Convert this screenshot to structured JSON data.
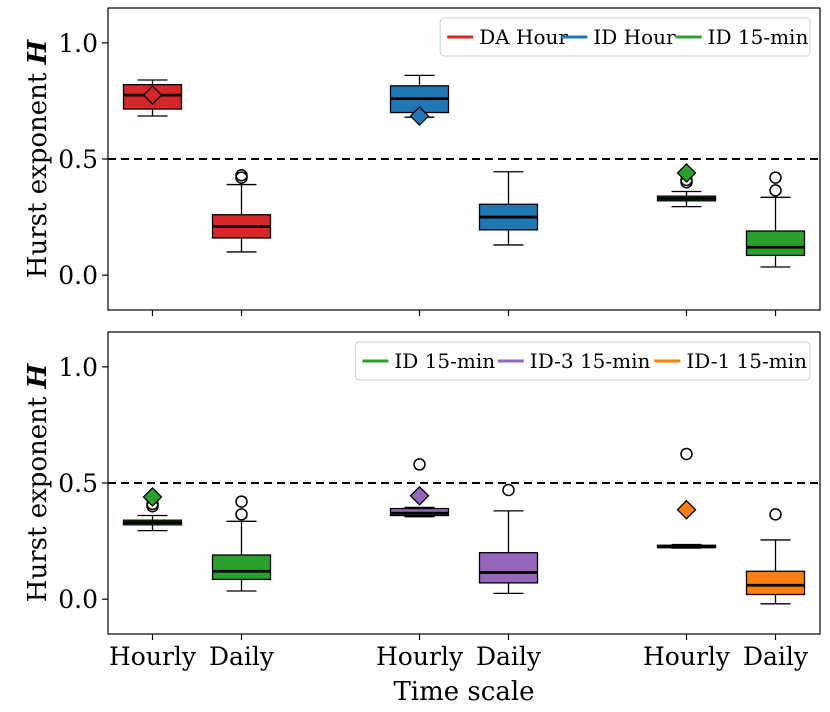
{
  "chart_data": [
    {
      "type": "box",
      "ylabel": "Hurst exponent H",
      "ylim": [
        -0.15,
        1.15
      ],
      "yticks": [
        "0.0",
        "0.5",
        "1.0"
      ],
      "reference_line": 0.5,
      "legend": {
        "placement": "top-right",
        "entries": [
          {
            "label": "DA Hour",
            "color": "#d62728"
          },
          {
            "label": "ID Hour",
            "color": "#1f77b4"
          },
          {
            "label": "ID 15-min",
            "color": "#2ca02c"
          }
        ]
      },
      "boxes": [
        {
          "x": 1,
          "color": "#d62728",
          "whislo": 0.685,
          "q1": 0.715,
          "med": 0.775,
          "q3": 0.82,
          "whishi": 0.84,
          "fliers": [],
          "mean": 0.775
        },
        {
          "x": 2,
          "color": "#d62728",
          "whislo": 0.1,
          "q1": 0.16,
          "med": 0.21,
          "q3": 0.26,
          "whishi": 0.39,
          "fliers": [
            0.42,
            0.43
          ],
          "mean": null
        },
        {
          "x": 4,
          "color": "#1f77b4",
          "whislo": 0.68,
          "q1": 0.7,
          "med": 0.76,
          "q3": 0.815,
          "whishi": 0.86,
          "fliers": [],
          "mean": 0.685
        },
        {
          "x": 5,
          "color": "#1f77b4",
          "whislo": 0.13,
          "q1": 0.195,
          "med": 0.25,
          "q3": 0.305,
          "whishi": 0.445,
          "fliers": [],
          "mean": null
        },
        {
          "x": 7,
          "color": "#2ca02c",
          "whislo": 0.295,
          "q1": 0.32,
          "med": 0.33,
          "q3": 0.34,
          "whishi": 0.36,
          "fliers": [
            0.4,
            0.41
          ],
          "mean": 0.44
        },
        {
          "x": 8,
          "color": "#2ca02c",
          "whislo": 0.035,
          "q1": 0.085,
          "med": 0.12,
          "q3": 0.19,
          "whishi": 0.335,
          "fliers": [
            0.365,
            0.42
          ],
          "mean": null
        }
      ]
    },
    {
      "type": "box",
      "xlabel": "Time scale",
      "ylabel": "Hurst exponent H",
      "ylim": [
        -0.15,
        1.15
      ],
      "yticks": [
        "0.0",
        "0.5",
        "1.0"
      ],
      "reference_line": 0.5,
      "xtick_positions": [
        1,
        2,
        4,
        5,
        7,
        8
      ],
      "xticks": [
        "Hourly",
        "Daily",
        "Hourly",
        "Daily",
        "Hourly",
        "Daily"
      ],
      "legend": {
        "placement": "top-right",
        "entries": [
          {
            "label": "ID 15-min",
            "color": "#2ca02c"
          },
          {
            "label": "ID-3 15-min",
            "color": "#9467bd"
          },
          {
            "label": "ID-1 15-min",
            "color": "#ff7f0e"
          }
        ]
      },
      "boxes": [
        {
          "x": 1,
          "color": "#2ca02c",
          "whislo": 0.295,
          "q1": 0.32,
          "med": 0.33,
          "q3": 0.34,
          "whishi": 0.36,
          "fliers": [
            0.4,
            0.41
          ],
          "mean": 0.44
        },
        {
          "x": 2,
          "color": "#2ca02c",
          "whislo": 0.035,
          "q1": 0.085,
          "med": 0.12,
          "q3": 0.19,
          "whishi": 0.335,
          "fliers": [
            0.365,
            0.42
          ],
          "mean": null
        },
        {
          "x": 4,
          "color": "#9467bd",
          "whislo": 0.355,
          "q1": 0.36,
          "med": 0.37,
          "q3": 0.39,
          "whishi": 0.395,
          "fliers": [
            0.58
          ],
          "mean": 0.445
        },
        {
          "x": 5,
          "color": "#9467bd",
          "whislo": 0.025,
          "q1": 0.07,
          "med": 0.115,
          "q3": 0.2,
          "whishi": 0.38,
          "fliers": [
            0.47
          ],
          "mean": null
        },
        {
          "x": 7,
          "color": "#ff7f0e",
          "whislo": 0.22,
          "q1": 0.222,
          "med": 0.225,
          "q3": 0.232,
          "whishi": 0.235,
          "fliers": [
            0.625
          ],
          "mean": 0.385
        },
        {
          "x": 8,
          "color": "#ff7f0e",
          "whislo": -0.02,
          "q1": 0.02,
          "med": 0.06,
          "q3": 0.12,
          "whishi": 0.255,
          "fliers": [
            0.365
          ],
          "mean": null
        }
      ]
    }
  ]
}
